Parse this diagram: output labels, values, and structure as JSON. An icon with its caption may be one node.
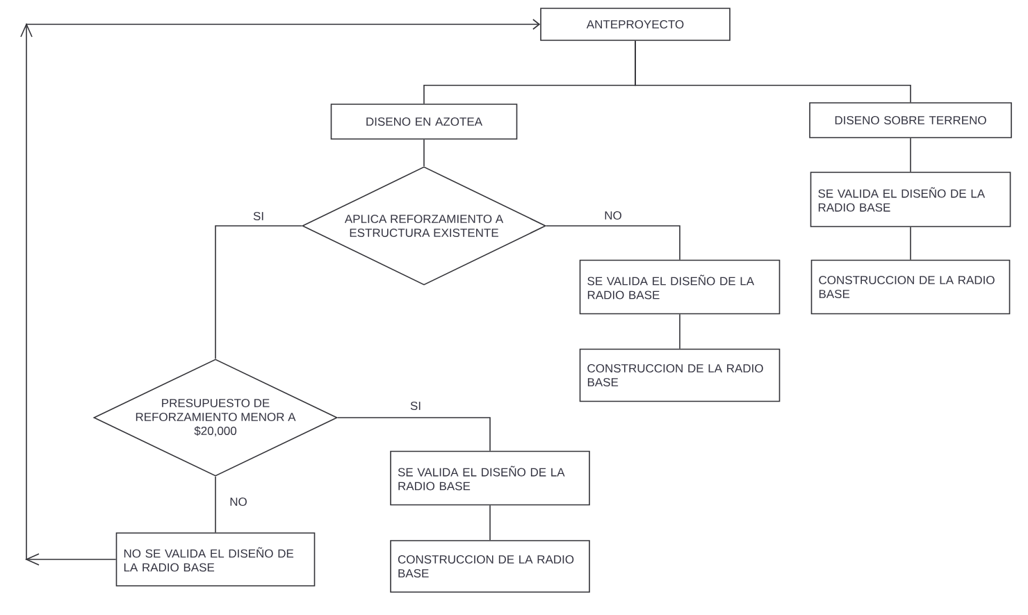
{
  "diagram": {
    "nodes": [
      {
        "text": [
          "ANTEPROYECTO"
        ]
      },
      {
        "text": [
          "DISENO EN AZOTEA"
        ]
      },
      {
        "text": [
          "DISENO SOBRE TERRENO"
        ]
      },
      {
        "text": [
          "APLICA REFORZAMIENTO A ESTRUCTURA EXISTENTE"
        ]
      },
      {
        "text": [
          "SE VALIDA EL DISEÑO DE LA RADIO BASE"
        ]
      },
      {
        "text": [
          "CONSTRUCCION DE LA RADIO BASE"
        ]
      },
      {
        "text": [
          "SE VALIDA EL DISEÑO DE LA RADIO BASE"
        ]
      },
      {
        "text": [
          "CONSTRUCCION DE LA RADIO BASE"
        ]
      },
      {
        "text": [
          "PRESUPUESTO DE REFORZAMIENTO MENOR A $20,000"
        ]
      },
      {
        "text": [
          "SE VALIDA EL DISEÑO DE LA RADIO BASE"
        ]
      },
      {
        "text": [
          "CONSTRUCCION DE LA RADIO BASE"
        ]
      },
      {
        "text": [
          "NO SE VALIDA EL DISEÑO DE LA RADIO BASE"
        ]
      }
    ],
    "edges": [
      {
        "from": 0,
        "to": 1,
        "arrow": "none"
      },
      {
        "from": 0,
        "to": 2,
        "arrow": "none"
      },
      {
        "from": 1,
        "to": 3,
        "arrow": "none"
      },
      {
        "from": 2,
        "to": 4,
        "arrow": "none"
      },
      {
        "from": 4,
        "to": 5,
        "arrow": "none"
      },
      {
        "from": 3,
        "to": 6,
        "arrow": "none",
        "label": "NO"
      },
      {
        "from": 6,
        "to": 7,
        "arrow": "none"
      },
      {
        "from": 3,
        "to": 8,
        "arrow": "none",
        "label": "SI"
      },
      {
        "from": 8,
        "to": 9,
        "arrow": "none",
        "label": "SI"
      },
      {
        "from": 9,
        "to": 10,
        "arrow": "none"
      },
      {
        "from": 8,
        "to": 11,
        "arrow": "none",
        "label": "NO"
      },
      {
        "from": 11,
        "to": 0,
        "arrow": "to"
      }
    ]
  }
}
